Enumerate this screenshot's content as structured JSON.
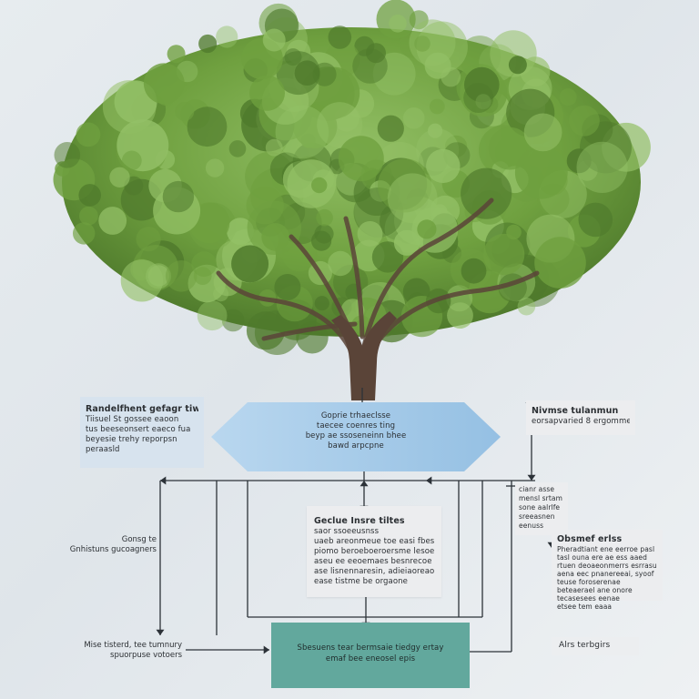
{
  "colors": {
    "canopy_dark": "#4f7a2c",
    "canopy_mid": "#6fa03f",
    "canopy_light": "#93c066",
    "trunk": "#5a4438",
    "hexagon": "#a9cdea",
    "bottom_box": "#62a89d",
    "box_light": "#d7e3ee",
    "box_gray": "#ecedef",
    "line": "#2c3238"
  },
  "icons": {
    "tree": "tree-illustration",
    "arrow": "arrowhead-icon"
  },
  "left_box": {
    "title": "Randelfhent gefagr tiwes",
    "lines": [
      "Tiisuel St gossee eaoon",
      "tus beeseonsert eaeco fua",
      "beyesie trehy reporpsn",
      "peraasld"
    ]
  },
  "hexagon": {
    "lines": [
      "Goprie trhaeclsse",
      "taecee coenres ting",
      "beyp ae ssoseneinn bhee",
      "bawd arpcpne"
    ]
  },
  "top_right": {
    "title": "Nivmse tulanmun",
    "subtitle": "eorsapvaried 8 ergomme"
  },
  "right_small": {
    "lines": [
      "cianr asse",
      "mensl srtam",
      "sone aalrlfe",
      "sreeasnen",
      "eenuss"
    ]
  },
  "center_box": {
    "title": "Geclue Insre tiltes",
    "lines": [
      "saor ssoeeusnss",
      "uaeb areonmeue toe easi fbesae te",
      "piomo beroeboeroersme lesoeade te",
      "aseu ee eeoemaes besnrecoe fahecebe",
      "ase lisnennaresin, adieiaoreaoor ri",
      "ease tistme be orgaone"
    ]
  },
  "right_box": {
    "title": "Obsmef erlss",
    "lines": [
      "Pheradtiant ene eerroe pasl",
      "tasl ouna ere ae ess aaed",
      "rtuen deoaeonmerrs esrrasu",
      "aena eec pnanereeai, syoof",
      "teuse foroserenae",
      "beteaerael ane onore",
      "tecasesees eenae",
      "etsee tem eaaa"
    ]
  },
  "left_label": {
    "lines": [
      "Gonsg te",
      "Gnhistuns gucoagners"
    ]
  },
  "bottom_left_label": {
    "lines": [
      "Mise tisterd, tee tumnury",
      "spuorpuse votoers"
    ]
  },
  "bottom_box": {
    "lines": [
      "Sbesuens tear bermsaie tiedgy ertay",
      "emaf bee eneosel epis"
    ]
  },
  "bottom_right_label": {
    "text": "Alrs terbgirs"
  }
}
